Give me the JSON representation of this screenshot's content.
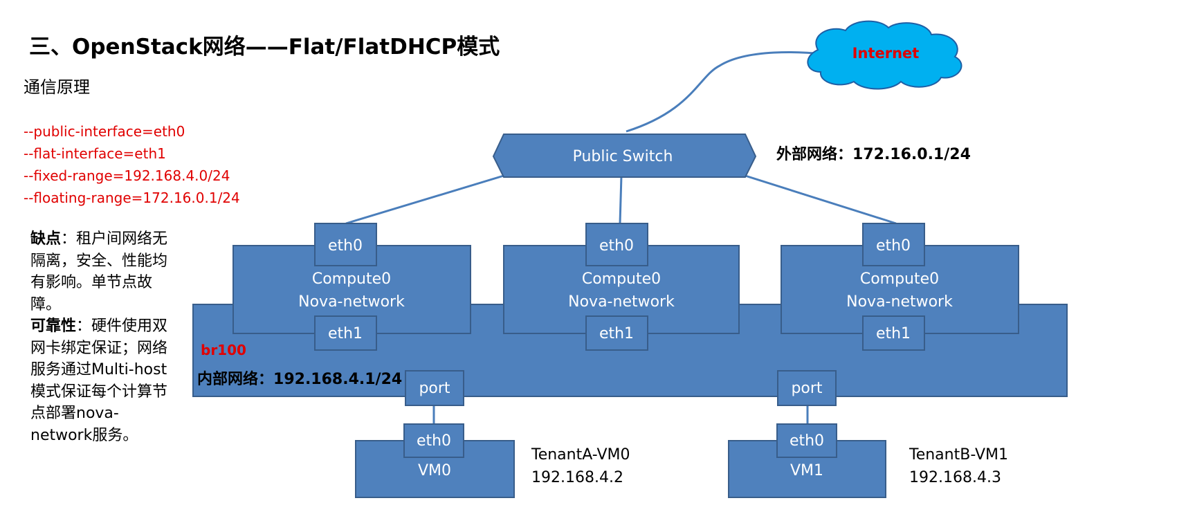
{
  "title": "三、OpenStack网络——Flat/FlatDHCP模式",
  "subtitle": "通信原理",
  "options": [
    "--public-interface=eth0",
    "--flat-interface=eth1",
    "--fixed-range=192.168.4.0/24",
    "--floating-range=172.16.0.1/24"
  ],
  "notes": {
    "drawback_label": "缺点",
    "drawback_text": "：租户间网络无隔离，安全、性能均有影响。单节点故障。",
    "reliability_label": "可靠性",
    "reliability_text": "：硬件使用双网卡绑定保证；网络服务通过Multi-host模式保证每个计算节点部署nova-network服务。"
  },
  "internet": {
    "label": "Internet"
  },
  "public_switch": {
    "label": "Public Switch"
  },
  "external_network": {
    "label": "外部网络：",
    "value": "172.16.0.1/24"
  },
  "compute_nodes": [
    {
      "eth0": "eth0",
      "name": "Compute0",
      "service": "Nova-network",
      "eth1": "eth1"
    },
    {
      "eth0": "eth0",
      "name": "Compute0",
      "service": "Nova-network",
      "eth1": "eth1"
    },
    {
      "eth0": "eth0",
      "name": "Compute0",
      "service": "Nova-network",
      "eth1": "eth1"
    }
  ],
  "bridge": {
    "name": "br100"
  },
  "internal_network": {
    "label": "内部网络：",
    "value": "192.168.4.1/24"
  },
  "ports": [
    "port",
    "port"
  ],
  "vms": [
    {
      "eth0": "eth0",
      "name": "VM0",
      "tenant": "TenantA-VM0",
      "ip": "192.168.4.2"
    },
    {
      "eth0": "eth0",
      "name": "VM1",
      "tenant": "TenantB-VM1",
      "ip": "192.168.4.3"
    }
  ],
  "colors": {
    "box_fill": "#4f81bd",
    "box_stroke": "#385d8a",
    "cloud_fill": "#00b0f0",
    "link": "#4a7ebb",
    "accent_red": "#e00000"
  }
}
